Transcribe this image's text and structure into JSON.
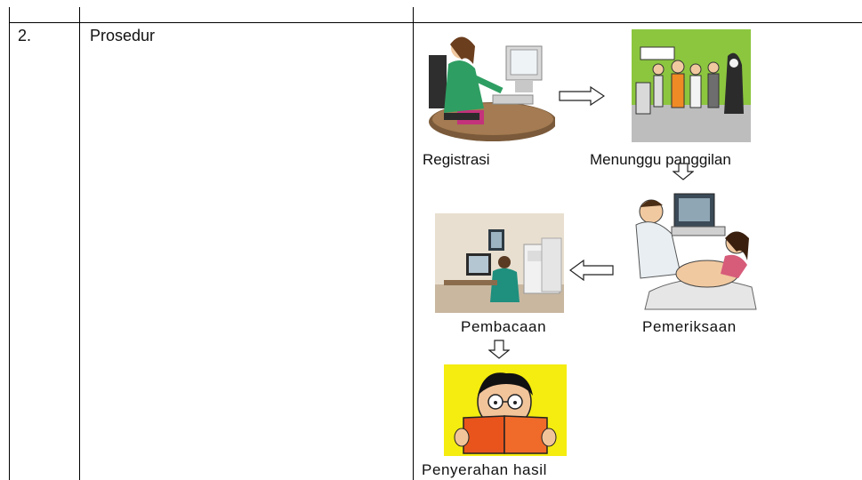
{
  "row": {
    "number": "2.",
    "label": "Prosedur"
  },
  "flow": {
    "steps": [
      {
        "label": "Registrasi",
        "icon": "receptionist-computer-illustration"
      },
      {
        "label": "Menunggu panggilan",
        "icon": "people-waiting-queue-cartoon"
      },
      {
        "label": "Pemeriksaan",
        "icon": "ultrasound-examination-illustration"
      },
      {
        "label": "Pembacaan",
        "icon": "radiology-reading-room-photo"
      },
      {
        "label": "Penyerahan hasil",
        "icon": "boy-reading-book-cartoon"
      }
    ],
    "arrows": [
      "right-arrow",
      "down-arrow",
      "left-arrow",
      "down-arrow"
    ]
  }
}
